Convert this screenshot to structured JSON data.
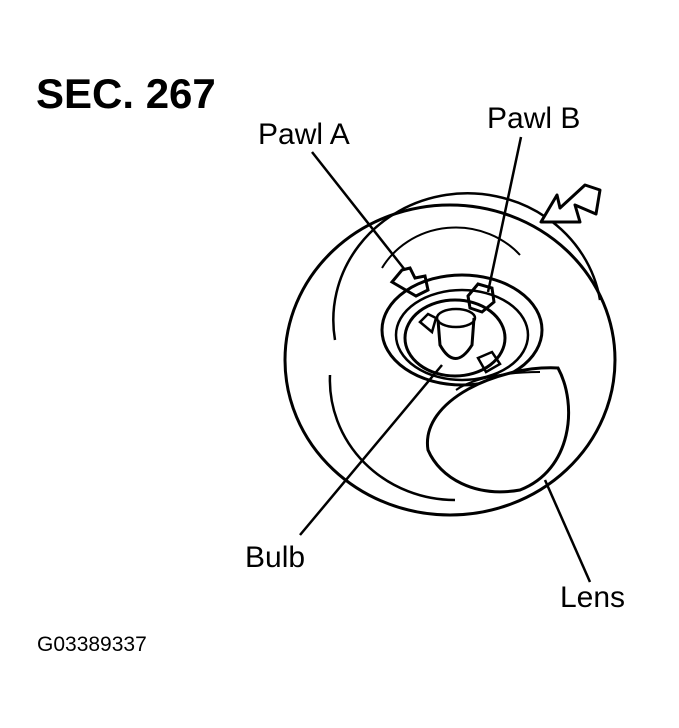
{
  "section_title": "SEC. 267",
  "figure_code": "G03389337",
  "labels": {
    "pawl_a": "Pawl A",
    "pawl_b": "Pawl B",
    "bulb": "Bulb",
    "lens": "Lens"
  },
  "colors": {
    "ink": "#000000",
    "background": "#ffffff"
  }
}
